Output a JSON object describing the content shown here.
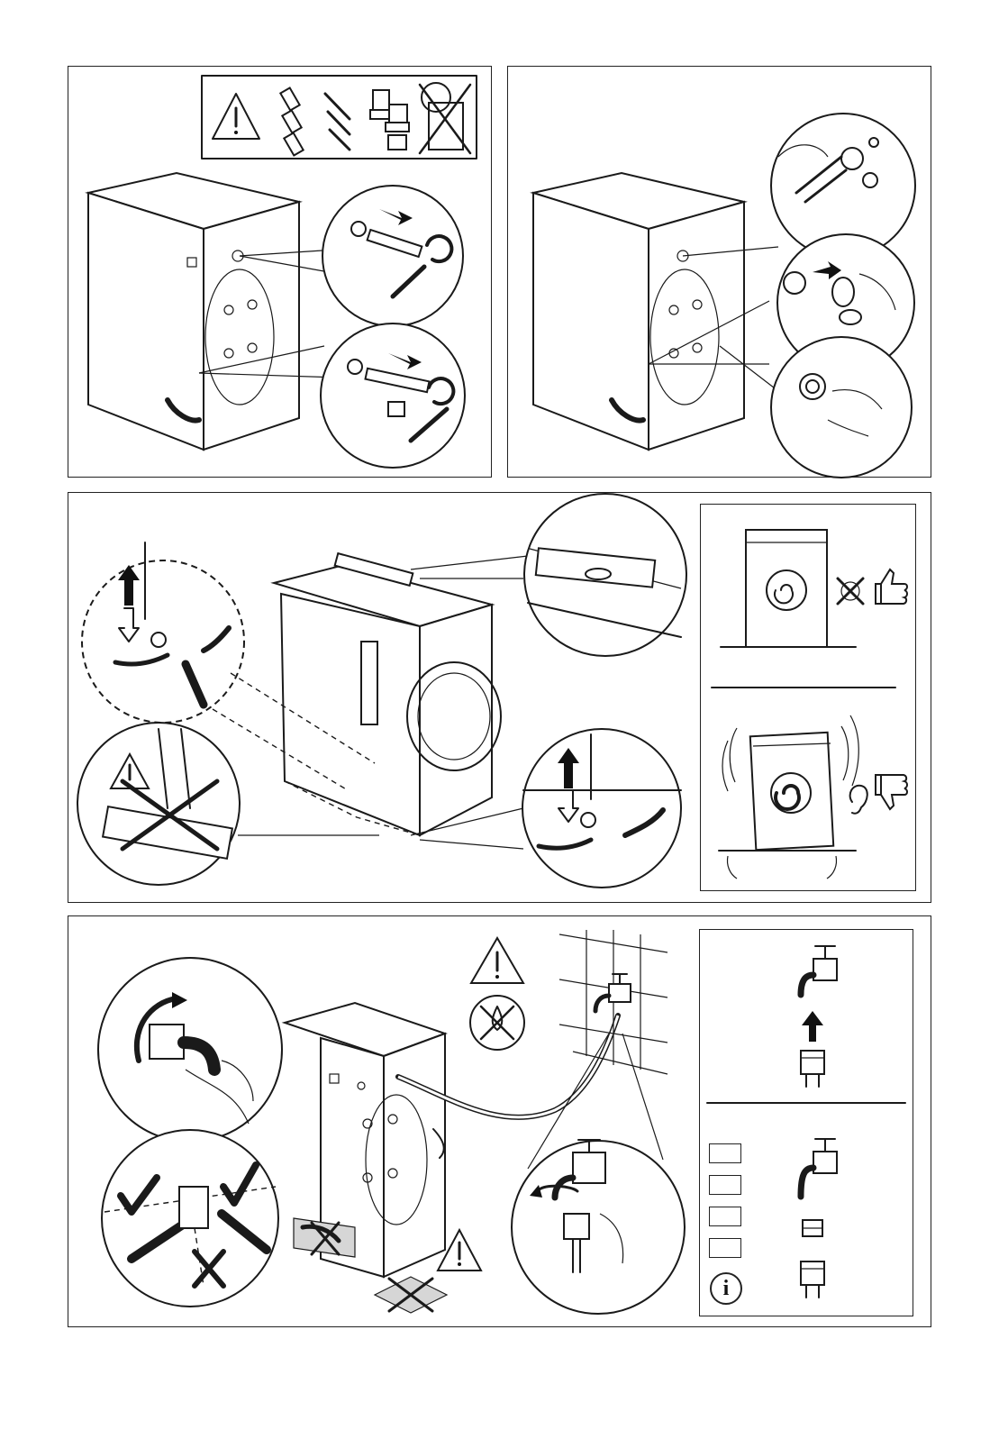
{
  "document": {
    "title": "",
    "steps": [
      {
        "name": "remove-transit-bolts",
        "warning_icon": "warning-triangle-icon",
        "parts": [
          "plastic-plug-icon",
          "bolt-icon",
          "spacer-icon",
          "recycle-bin-crossed-icon"
        ]
      },
      {
        "name": "insert-plastic-caps"
      },
      {
        "name": "level-appliance",
        "notes": [
          "level-good",
          "vibration-bad"
        ]
      },
      {
        "name": "connect-inlet-hose",
        "warning_icon": "warning-triangle-icon",
        "info_icon": "info-icon"
      }
    ],
    "info_symbol": "i"
  },
  "colors": {
    "line": "#1a1a1a",
    "background": "#ffffff",
    "shade": "#d6d6d6"
  }
}
